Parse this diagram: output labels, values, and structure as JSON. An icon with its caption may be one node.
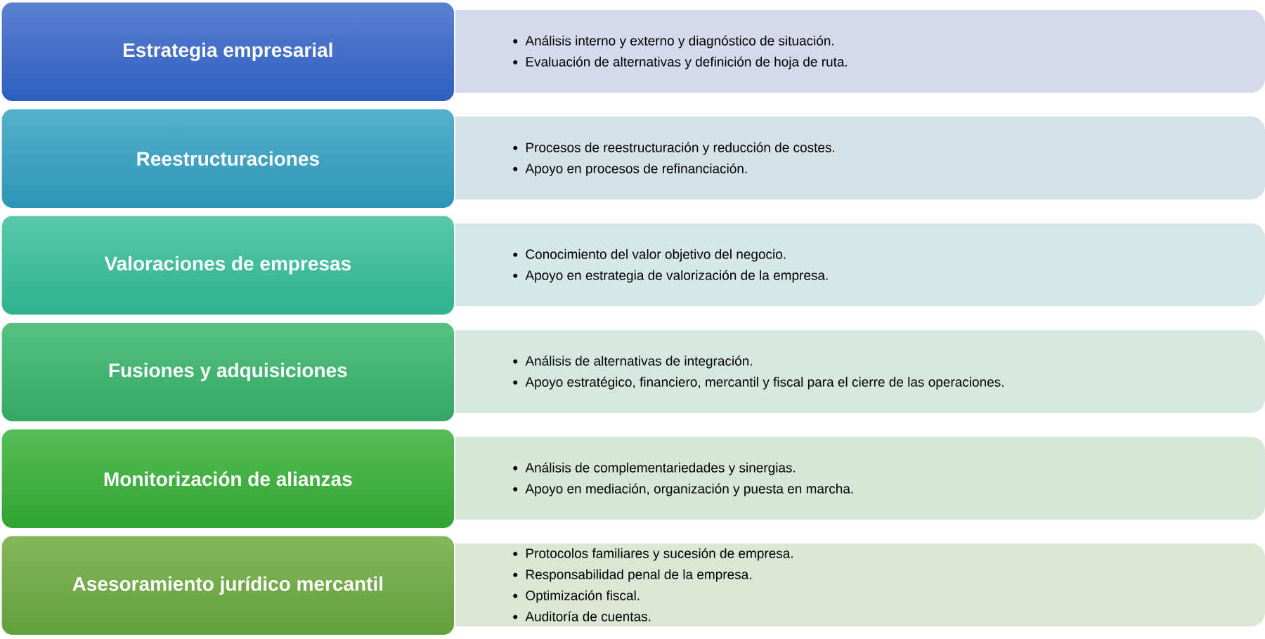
{
  "diagram": {
    "nodes": [
      {
        "text": [
          "Estrategia empresarial"
        ]
      },
      {
        "text": [
          "Análisis interno y externo y diagnóstico de situación.",
          "Evaluación de alternativas y definición de hoja de ruta."
        ]
      },
      {
        "text": [
          "Reestructuraciones"
        ]
      },
      {
        "text": [
          "Procesos de reestructuración y reducción de costes.",
          "Apoyo en procesos de refinanciación."
        ]
      },
      {
        "text": [
          "Valoraciones de empresas"
        ]
      },
      {
        "text": [
          "Conocimiento del valor objetivo del negocio.",
          "Apoyo en estrategia de valorización de la empresa."
        ]
      },
      {
        "text": [
          "Fusiones y adquisiciones"
        ]
      },
      {
        "text": [
          "Análisis de alternativas de integración.",
          "Apoyo estratégico, financiero, mercantil y fiscal para el cierre de las operaciones."
        ]
      },
      {
        "text": [
          "Monitorización de alianzas"
        ]
      },
      {
        "text": [
          "Análisis de complementariedades y sinergias.",
          "Apoyo en mediación, organización y puesta en marcha."
        ]
      },
      {
        "text": [
          "Asesoramiento jurídico mercantil"
        ]
      },
      {
        "text": [
          "Protocolos familiares y sucesión de empresa.",
          "Responsabilidad penal de la empresa.",
          "Optimización fiscal.",
          "Auditoría de cuentas."
        ]
      }
    ]
  }
}
